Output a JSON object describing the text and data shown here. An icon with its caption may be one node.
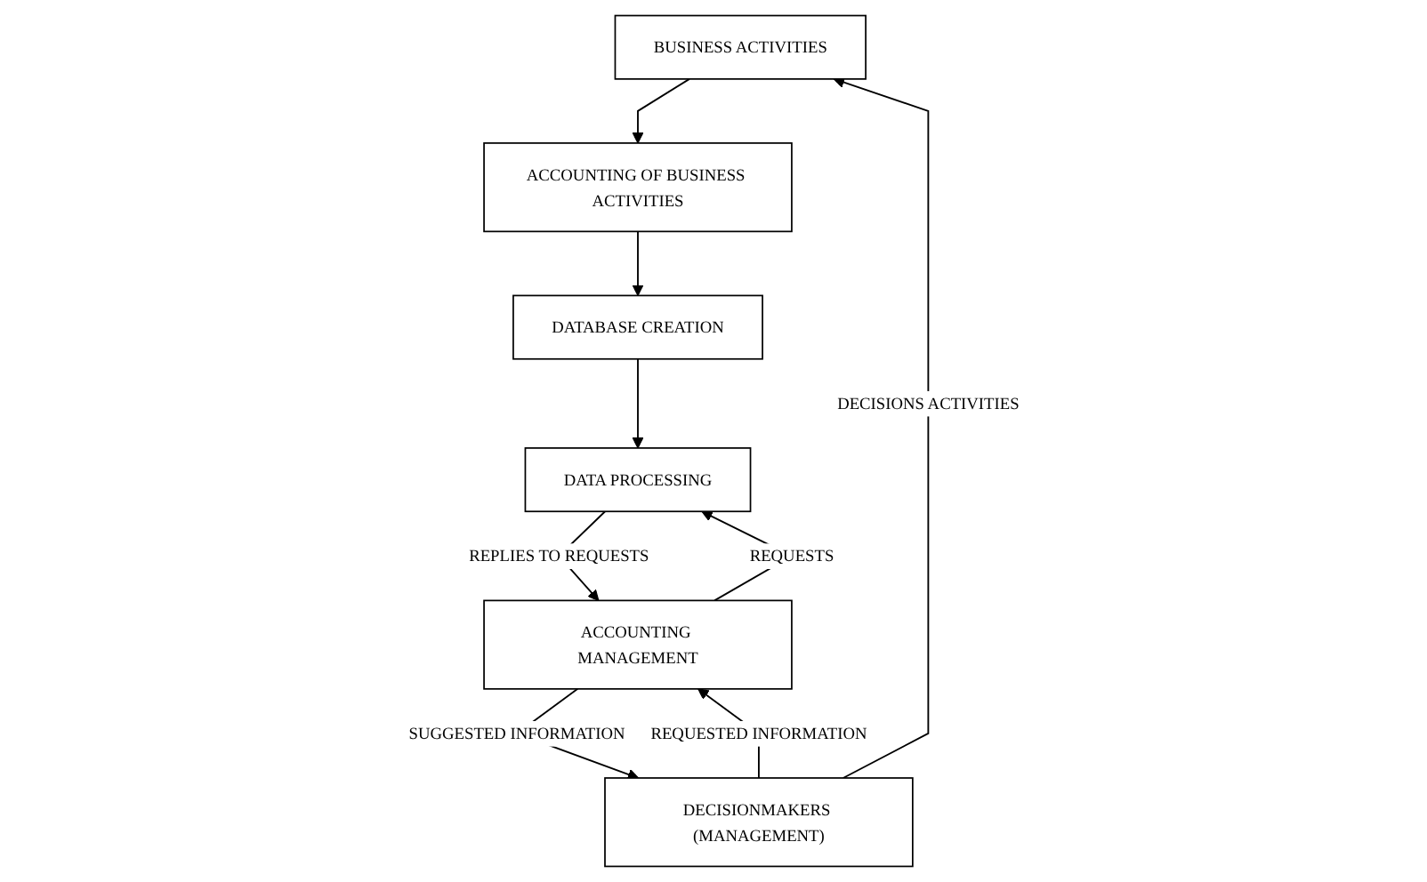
{
  "diagram": {
    "nodes": [
      {
        "text": [
          "BUSINESS ACTIVITIES"
        ]
      },
      {
        "text": [
          "ACCOUNTING OF BUSINESS ACTIVITIES"
        ]
      },
      {
        "text": [
          "DATABASE CREATION"
        ]
      },
      {
        "text": [
          "DATA PROCESSING"
        ]
      },
      {
        "text": [
          "DECISIONMAKERS (MANAGEMENT)"
        ]
      },
      {
        "text": [
          "ACCOUNTING MANAGEMENT"
        ]
      }
    ],
    "edges": [
      {
        "from": 4,
        "to": 0,
        "arrow": "to",
        "label": "DECISIONS ACTIVITIES"
      },
      {
        "from": 0,
        "to": 1,
        "arrow": "to"
      },
      {
        "from": 1,
        "to": 2,
        "arrow": "to"
      },
      {
        "from": 2,
        "to": 3,
        "arrow": "to"
      },
      {
        "from": 4,
        "to": 5,
        "arrow": "to",
        "label": "REQUESTED INFORMATION"
      },
      {
        "from": 5,
        "to": 4,
        "arrow": "to",
        "label": "SUGGESTED INFORMATION"
      },
      {
        "from": 5,
        "to": 3,
        "arrow": "to",
        "label": "REQUESTS"
      },
      {
        "from": 3,
        "to": 5,
        "arrow": "to",
        "label": "REPLIES TO REQUESTS"
      }
    ]
  }
}
